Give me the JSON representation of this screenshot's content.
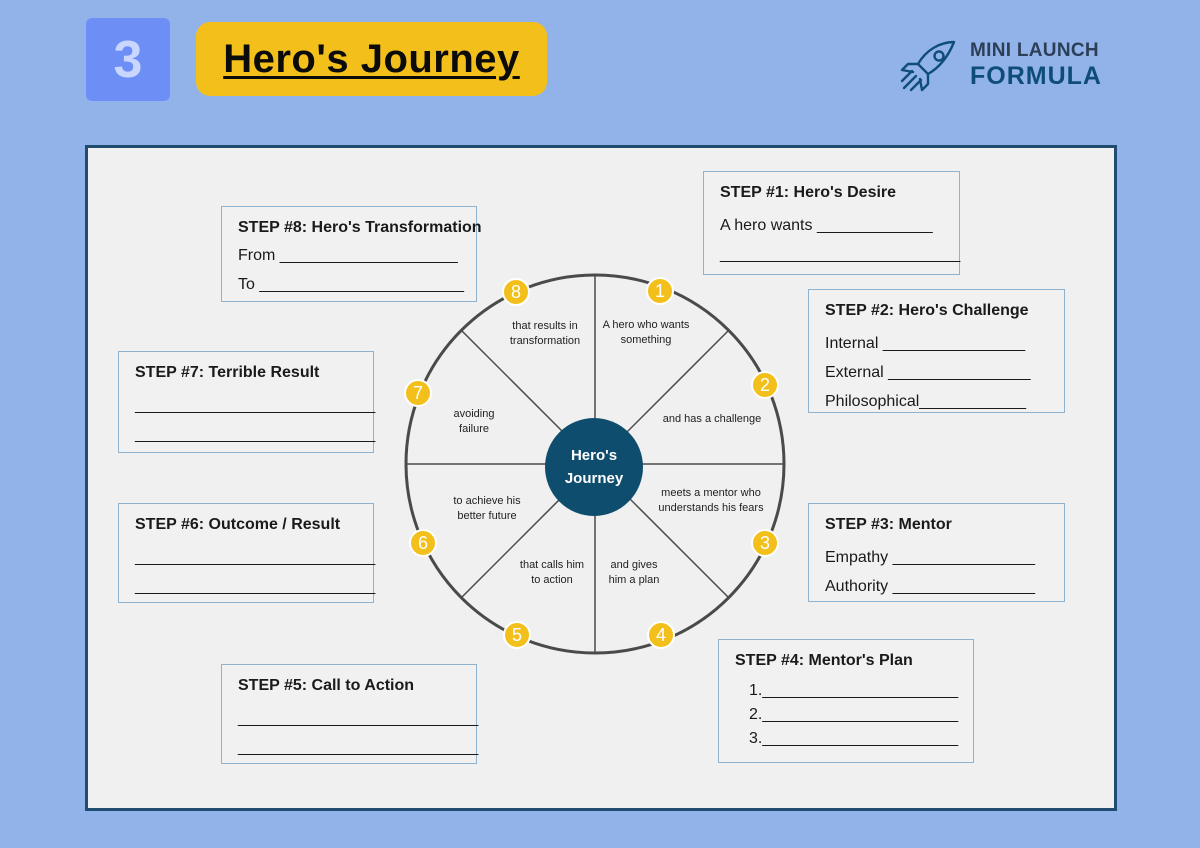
{
  "header": {
    "number": "3",
    "title": "Hero's Journey",
    "logo_line1": "MINI LAUNCH",
    "logo_line2": "FORMULA"
  },
  "hub": {
    "line1": "Hero's",
    "line2": "Journey"
  },
  "wheel_segments": [
    {
      "number": "1",
      "line1": "A hero who wants",
      "line2": "something"
    },
    {
      "number": "2",
      "line1": "and has a challenge",
      "line2": ""
    },
    {
      "number": "3",
      "line1": "meets a mentor who",
      "line2": "understands his fears"
    },
    {
      "number": "4",
      "line1": "and gives",
      "line2": "him a plan"
    },
    {
      "number": "5",
      "line1": "that calls him",
      "line2": "to action"
    },
    {
      "number": "6",
      "line1": "to achieve his",
      "line2": "better future"
    },
    {
      "number": "7",
      "line1": "avoiding",
      "line2": "failure"
    },
    {
      "number": "8",
      "line1": "that results in",
      "line2": "transformation"
    }
  ],
  "steps": {
    "s1": {
      "title": "STEP #1: Hero's Desire",
      "lines": [
        "A hero wants _____________",
        "___________________________"
      ]
    },
    "s2": {
      "title": "STEP #2: Hero's Challenge",
      "lines": [
        "Internal ________________",
        "External ________________",
        "Philosophical____________"
      ]
    },
    "s3": {
      "title": "STEP #3: Mentor",
      "lines": [
        "Empathy ________________",
        "Authority ________________"
      ]
    },
    "s4": {
      "title": "STEP #4: Mentor's Plan",
      "lines": [
        "1.______________________",
        "2.______________________",
        "3.______________________"
      ]
    },
    "s5": {
      "title": "STEP #5: Call to Action",
      "lines": [
        "___________________________",
        "___________________________"
      ]
    },
    "s6": {
      "title": "STEP #6: Outcome / Result",
      "lines": [
        "___________________________",
        "___________________________"
      ]
    },
    "s7": {
      "title": "STEP #7: Terrible Result",
      "lines": [
        "___________________________",
        "___________________________"
      ]
    },
    "s8": {
      "title": "STEP #8: Hero's Transformation",
      "lines": [
        "From ____________________",
        "To _______________________"
      ]
    }
  },
  "colors": {
    "background": "#92b3ea",
    "badge": "#6d8ef4",
    "title_pill": "#f3c01b",
    "hub": "#0f4d6e",
    "number_dots": "#f3c01b",
    "panel_border": "#1f4c6f"
  }
}
